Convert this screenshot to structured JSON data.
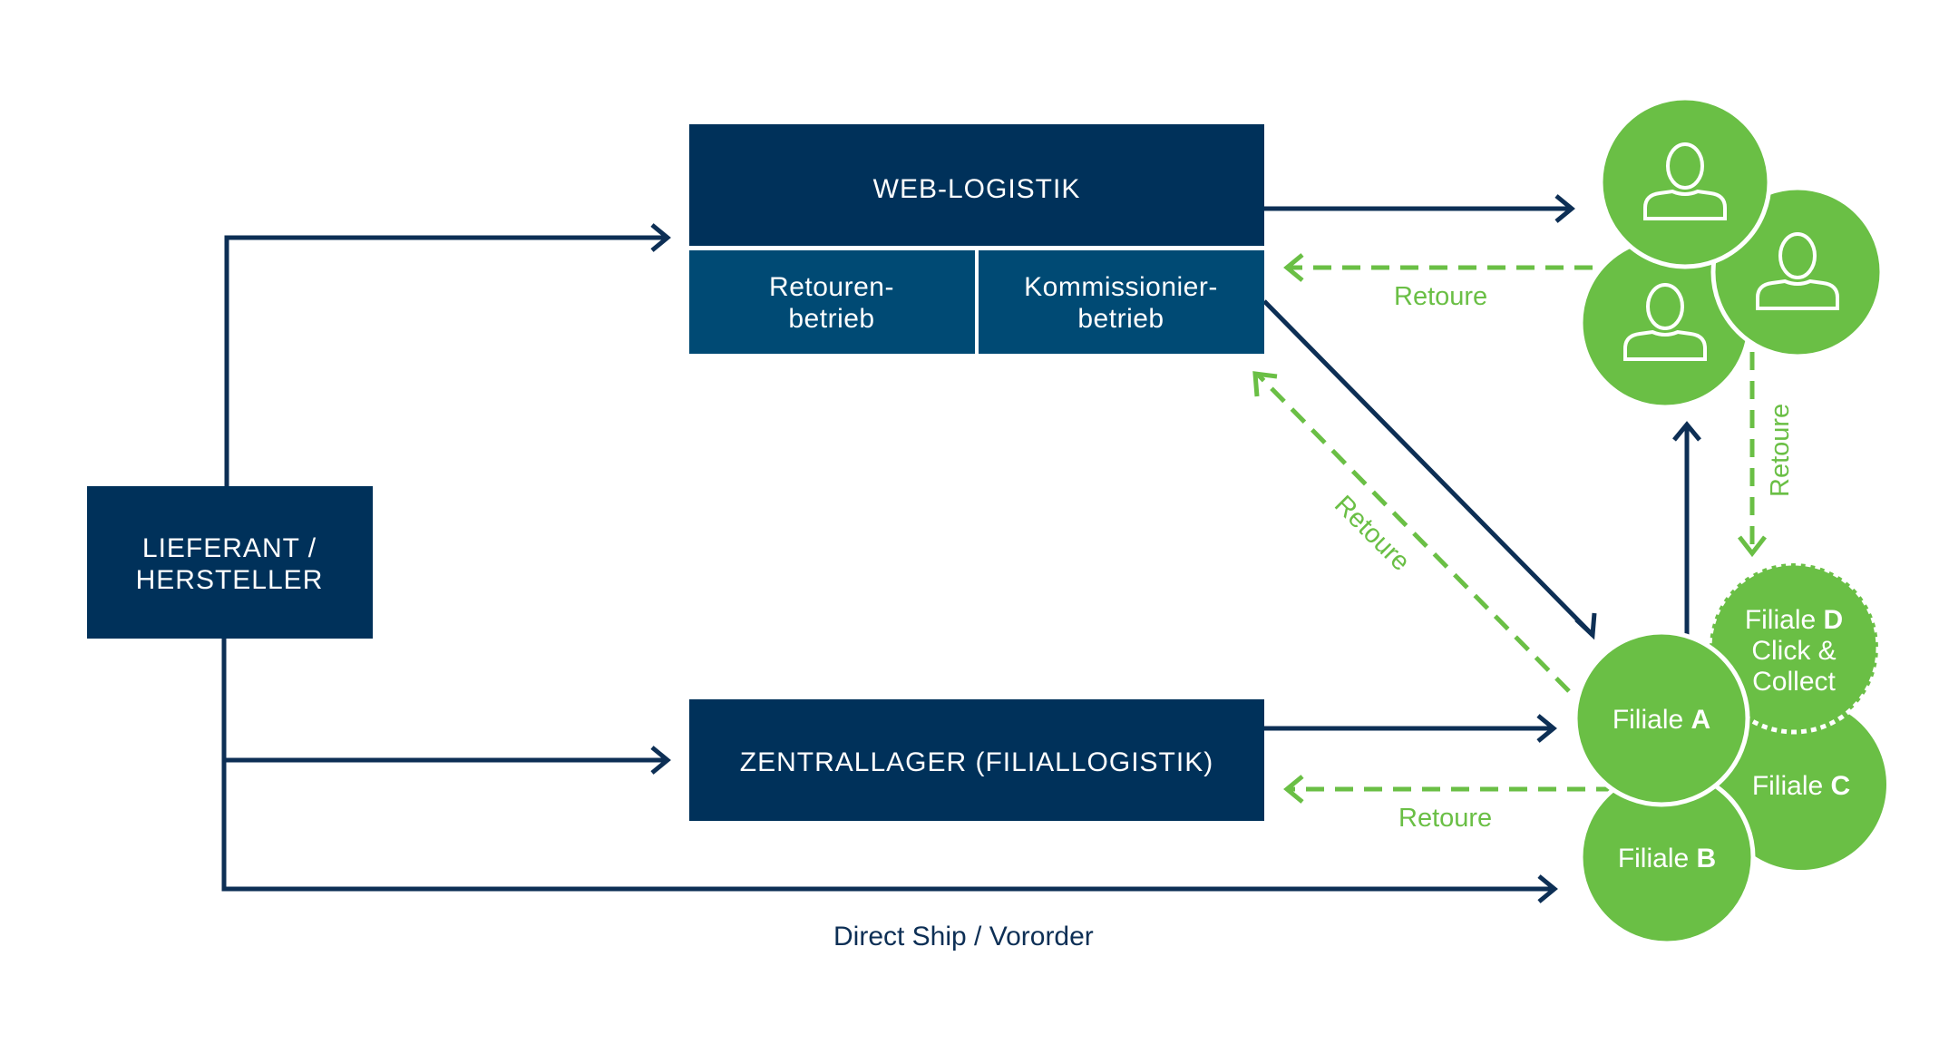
{
  "colors": {
    "navy": "#00315a",
    "navy_light": "#004a74",
    "line_navy": "#0d2f55",
    "green": "#6abf45",
    "white": "#ffffff"
  },
  "boxes": {
    "supplier": {
      "line1": "LIEFERANT /",
      "line2": "HERSTELLER"
    },
    "web_logistik": {
      "title": "WEB-LOGISTIK",
      "sub_left": {
        "line1": "Retouren-",
        "line2": "betrieb"
      },
      "sub_right": {
        "line1": "Kommissionier-",
        "line2": "betrieb"
      }
    },
    "zentrallager": {
      "title": "ZENTRALLAGER (FILIALLOGISTIK)"
    }
  },
  "stores": {
    "a": {
      "prefix": "Filiale ",
      "letter": "A"
    },
    "b": {
      "prefix": "Filiale ",
      "letter": "B"
    },
    "c": {
      "prefix": "Filiale ",
      "letter": "C"
    },
    "d": {
      "prefix": "Filiale ",
      "letter": "D",
      "line2": "Click &",
      "line3": "Collect"
    }
  },
  "labels": {
    "retoure_top": "Retoure",
    "retoure_diagonal": "Retoure",
    "retoure_vertical": "Retoure",
    "retoure_bottom": "Retoure",
    "direct_ship": "Direct Ship / Vororder"
  },
  "customers": [
    {
      "icon": "user-icon"
    },
    {
      "icon": "user-icon"
    },
    {
      "icon": "user-icon"
    }
  ]
}
